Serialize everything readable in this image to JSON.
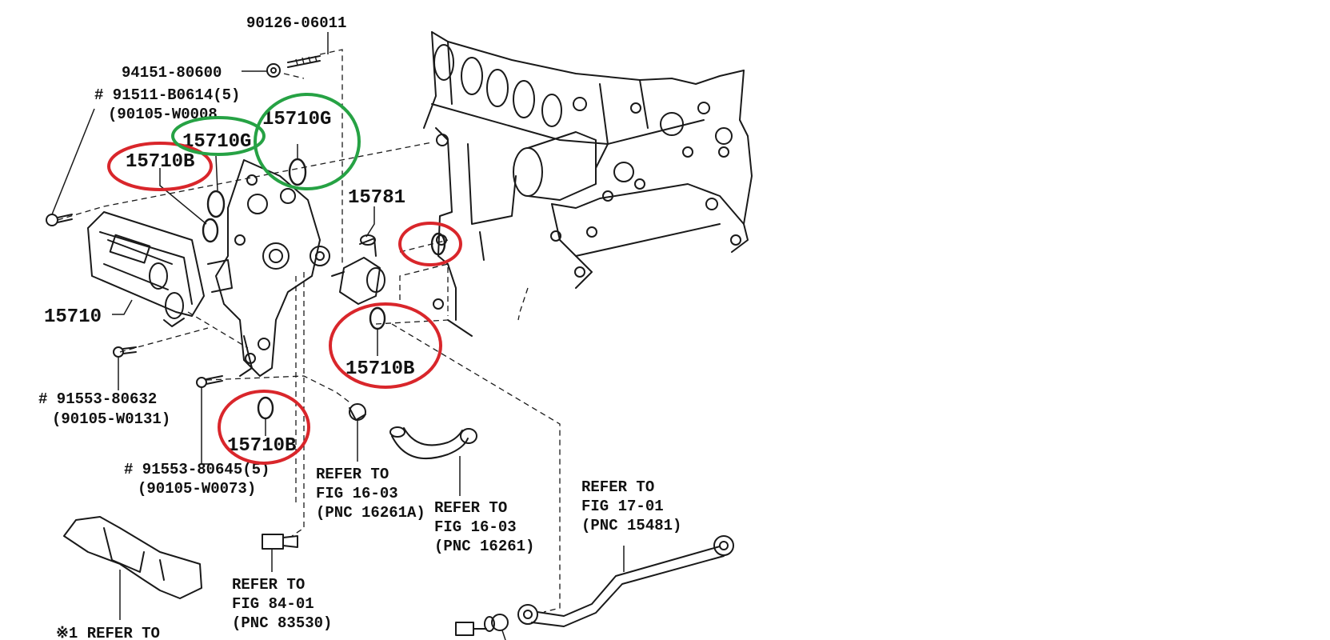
{
  "labels": {
    "bolt_90126": "90126-06011",
    "nut_94151": "94151-80600",
    "bolt_91511": "# 91511-B0614(5)",
    "bolt_91511_alt": "(90105-W0008",
    "oring_15710G_a": "15710G",
    "oring_15710G_b": "15710G",
    "oring_15710B_a": "15710B",
    "gasket_15781": "15781",
    "cooler_15710": "15710",
    "oring_15710B_b": "15710B",
    "bolt_91553_80632": "# 91553-80632",
    "bolt_91553_80632_alt": "(90105-W0131)",
    "oring_15710B_c": "15710B",
    "bolt_91553_80645": "# 91553-80645(5)",
    "bolt_91553_80645_alt": "(90105-W0073)"
  },
  "references": {
    "ref_16261a": [
      "REFER TO",
      "FIG 16-03",
      "(PNC 16261A)"
    ],
    "ref_16261": [
      "REFER TO",
      "FIG 16-03",
      "(PNC 16261)"
    ],
    "ref_15481": [
      "REFER TO",
      "FIG 17-01",
      "(PNC 15481)"
    ],
    "ref_83530": [
      "REFER TO",
      "FIG 84-01",
      "(PNC 83530)"
    ],
    "ref_note1": "※1 REFER TO"
  },
  "highlights": {
    "red_color": "#d9262b",
    "green_color": "#26a244"
  }
}
